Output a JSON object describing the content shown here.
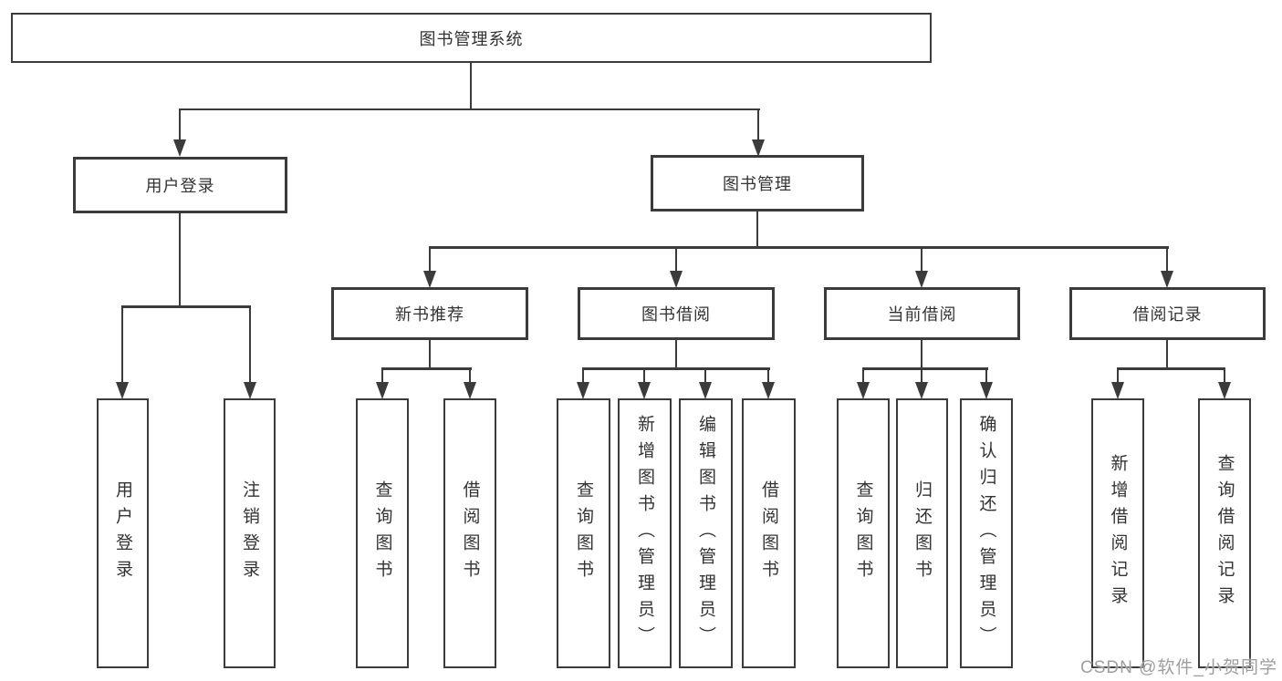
{
  "diagram": {
    "colors": {
      "line": "#3b3b3b",
      "text": "#333333",
      "watermark": "#9e9e9e",
      "background": "#ffffff"
    },
    "watermark": "CSDN @软件_小贺同学",
    "tree": {
      "root": {
        "label": "图书管理系统"
      },
      "branches": [
        {
          "label": "用户登录",
          "children": [
            {
              "label": "用户登录"
            },
            {
              "label": "注销登录"
            }
          ]
        },
        {
          "label": "图书管理",
          "groups": [
            {
              "label": "新书推荐",
              "children": [
                {
                  "label": "查询图书"
                },
                {
                  "label": "借阅图书"
                }
              ]
            },
            {
              "label": "图书借阅",
              "children": [
                {
                  "label": "查询图书"
                },
                {
                  "label": "新增图书（管理员）"
                },
                {
                  "label": "编辑图书（管理员）"
                },
                {
                  "label": "借阅图书"
                }
              ]
            },
            {
              "label": "当前借阅",
              "children": [
                {
                  "label": "查询图书"
                },
                {
                  "label": "归还图书"
                },
                {
                  "label": "确认归还（管理员）"
                }
              ]
            },
            {
              "label": "借阅记录",
              "children": [
                {
                  "label": "新增借阅记录"
                },
                {
                  "label": "查询借阅记录"
                }
              ]
            }
          ]
        }
      ]
    }
  }
}
